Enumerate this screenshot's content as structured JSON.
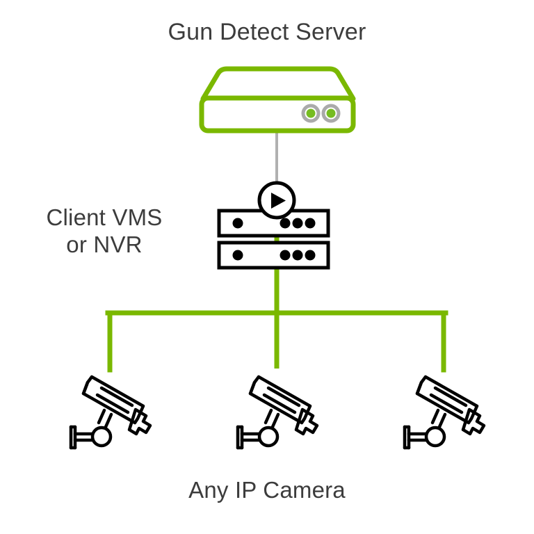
{
  "diagram": {
    "type": "network-architecture",
    "background_color": "#ffffff",
    "title": "Gun Detect Server",
    "labels": {
      "server": "Gun Detect Server",
      "vms_line1": "Client VMS",
      "vms_line2": "or NVR",
      "cameras": "Any IP Camera"
    },
    "colors": {
      "accent_green": "#7ab800",
      "led_green": "#76bc21",
      "led_ring_gray": "#aaaaaa",
      "text_gray": "#3c3c3c",
      "link_gray": "#b0b0b0",
      "device_black": "#000000"
    },
    "nodes": [
      {
        "id": "gun-detect-server",
        "label": "Gun Detect Server",
        "icon": "server-appliance-icon",
        "indicator_count": 2,
        "indicator_color": "#76bc21"
      },
      {
        "id": "client-vms-nvr",
        "label": "Client VMS or NVR",
        "icon": "rack-unit-icon",
        "unit_count": 2,
        "badge": "play-icon"
      },
      {
        "id": "ip-cameras",
        "label": "Any IP Camera",
        "icon": "cctv-camera-icon",
        "count": 3
      }
    ],
    "connections": [
      {
        "from": "gun-detect-server",
        "to": "client-vms-nvr",
        "color": "#b0b0b0",
        "style": "solid"
      },
      {
        "from": "client-vms-nvr",
        "to": "ip-cameras",
        "color": "#7ab800",
        "style": "solid-bus"
      }
    ]
  }
}
